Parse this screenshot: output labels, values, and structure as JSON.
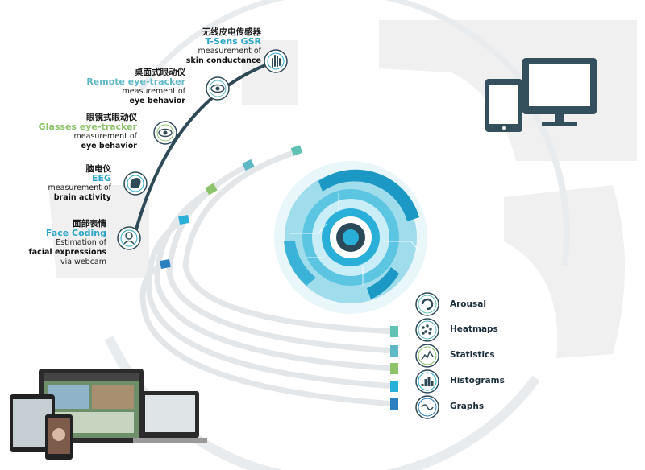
{
  "sensors": [
    {
      "name_cn": "无线皮电传感器",
      "name_en": "T-Sens GSR",
      "desc1": "measurement of",
      "desc2": "skin conductance",
      "icon": "hand-icon",
      "color": "#2aa6c9"
    },
    {
      "name_cn": "桌面式眼动仪",
      "name_en": "Remote eye-tracker",
      "desc1": "measurement of",
      "desc2": "eye behavior",
      "icon": "eye-icon",
      "color": "#5fb8c6"
    },
    {
      "name_cn": "眼镜式眼动仪",
      "name_en": "Glasses eye-tracker",
      "desc1": "measurement of",
      "desc2": "eye behavior",
      "icon": "eye-icon",
      "color": "#8cc36a"
    },
    {
      "name_cn": "脑电仪",
      "name_en": "EEG",
      "desc1": "measurement of",
      "desc2": "brain activity",
      "icon": "head-icon",
      "color": "#2aa6c9"
    },
    {
      "name_cn": "面部表情",
      "name_en": "Face Coding",
      "desc1": "Estimation of",
      "desc2": "facial expressions",
      "desc3": "via webcam",
      "icon": "face-icon",
      "color": "#2aa6c9"
    }
  ],
  "outputs": [
    {
      "label": "Arousal",
      "icon": "arousal-icon",
      "color": "#5fc2b2"
    },
    {
      "label": "Heatmaps",
      "icon": "heatmap-icon",
      "color": "#5fb8c6"
    },
    {
      "label": "Statistics",
      "icon": "statistics-icon",
      "color": "#8cc36a"
    },
    {
      "label": "Histograms",
      "icon": "histogram-icon",
      "color": "#2ab0d8"
    },
    {
      "label": "Graphs",
      "icon": "graph-icon",
      "color": "#2a7fc1"
    }
  ],
  "colors": {
    "arc_dark": "#2f4a57",
    "device": "#34505c",
    "hub": "#2ab0d8"
  }
}
